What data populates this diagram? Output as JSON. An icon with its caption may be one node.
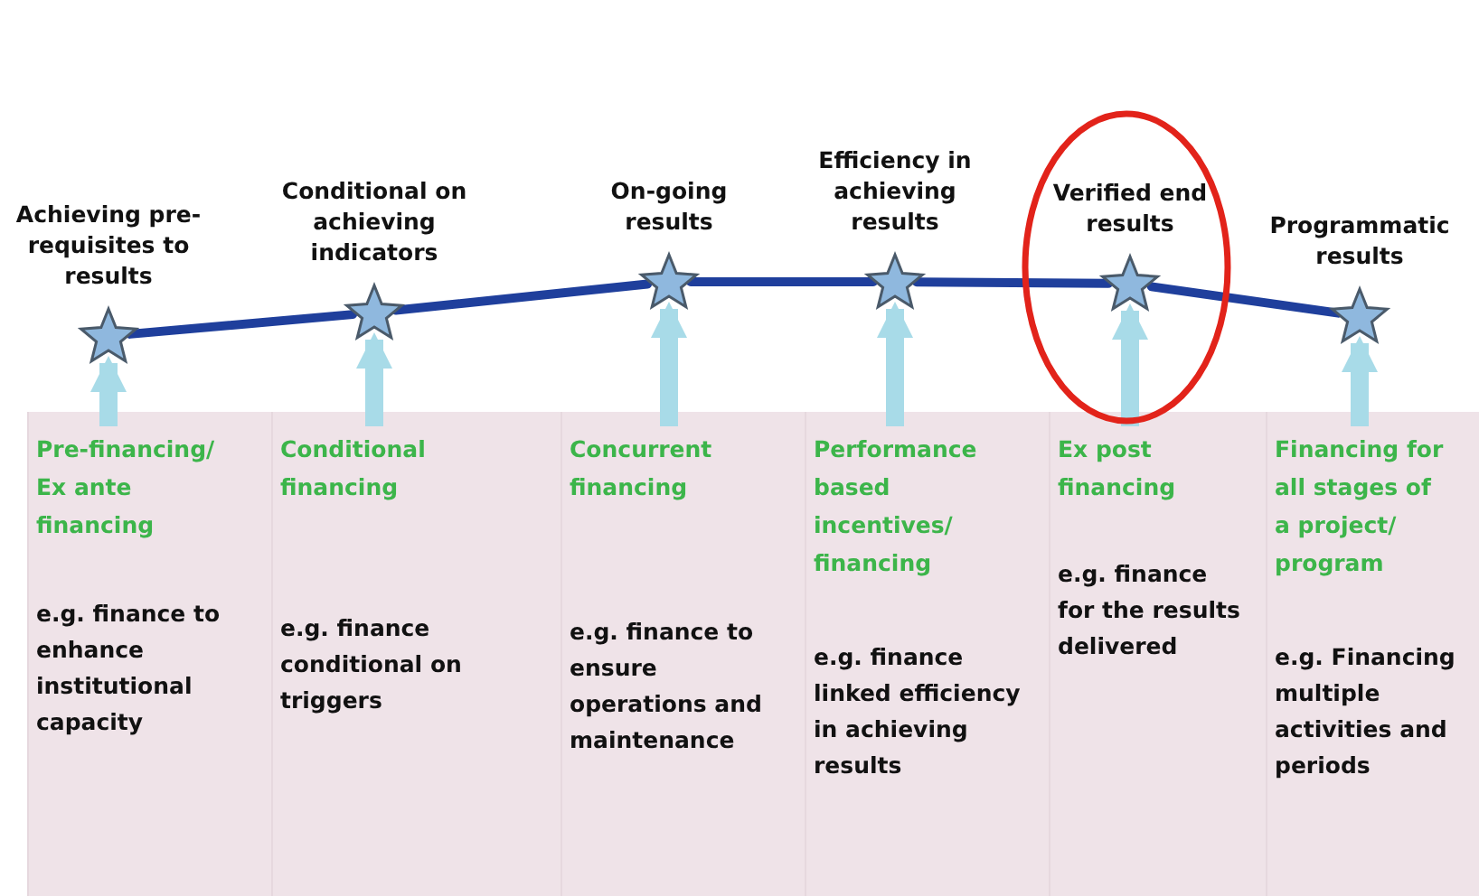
{
  "diagram": {
    "nodes": [
      {
        "text": [
          "Achieving pre-requisites to results"
        ]
      },
      {
        "text": [
          "Conditional on achieving indicators"
        ]
      },
      {
        "text": [
          "On-going results"
        ]
      },
      {
        "text": [
          "Efficiency in achieving results"
        ]
      },
      {
        "text": [
          "Verified end results"
        ]
      },
      {
        "text": [
          "Programmatic results"
        ]
      },
      {
        "text": [
          "Pre-financing/ Ex ante financing",
          "e.g. finance to enhance institutional capacity"
        ]
      },
      {
        "text": [
          "Conditional financing",
          "e.g. finance conditional on triggers"
        ]
      },
      {
        "text": [
          "Concurrent financing",
          "e.g. finance to ensure operations and maintenance"
        ]
      },
      {
        "text": [
          "Performance based incentives/ financing",
          "e.g. finance linked efficiency in achieving results"
        ]
      },
      {
        "text": [
          "Ex post financing",
          "e.g. finance for the results delivered"
        ]
      },
      {
        "text": [
          "Financing for all stages of a project/ program",
          "e.g. Financing multiple activities and periods"
        ]
      }
    ],
    "edges": [
      {
        "from": 0,
        "to": 1,
        "arrow": "none",
        "color": "#1f3f9c"
      },
      {
        "from": 1,
        "to": 2,
        "arrow": "none",
        "color": "#1f3f9c"
      },
      {
        "from": 2,
        "to": 3,
        "arrow": "none",
        "color": "#1f3f9c"
      },
      {
        "from": 3,
        "to": 4,
        "arrow": "none",
        "color": "#1f3f9c"
      },
      {
        "from": 4,
        "to": 5,
        "arrow": "none",
        "color": "#1f3f9c"
      },
      {
        "from": 6,
        "to": 0,
        "arrow": "to",
        "color": "#a8dbe8"
      },
      {
        "from": 7,
        "to": 1,
        "arrow": "to",
        "color": "#a8dbe8"
      },
      {
        "from": 8,
        "to": 2,
        "arrow": "to",
        "color": "#a8dbe8"
      },
      {
        "from": 9,
        "to": 3,
        "arrow": "to",
        "color": "#a8dbe8"
      },
      {
        "from": 10,
        "to": 4,
        "arrow": "to",
        "color": "#a8dbe8"
      },
      {
        "from": 11,
        "to": 5,
        "arrow": "to",
        "color": "#a8dbe8"
      }
    ]
  }
}
